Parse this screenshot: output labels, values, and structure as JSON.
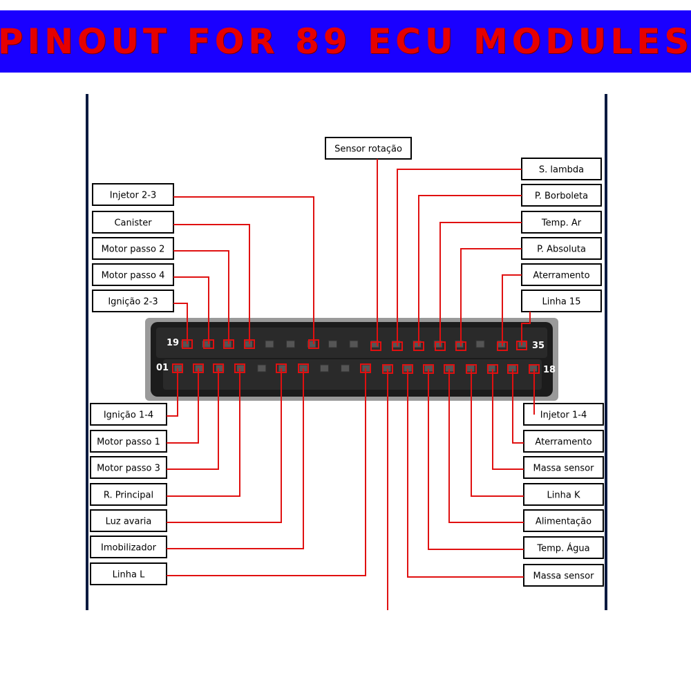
{
  "title": "PINOUT FOR 89 ECU MODULES",
  "colors": {
    "banner_bg": "#1a00ff",
    "title_text": "#e60000",
    "wire": "#e01010",
    "box_border": "#000000",
    "connector_body": "#1c1c1c",
    "side_rule": "#0a1a40"
  },
  "pin_numbers": {
    "top_first": "19",
    "top_last": "35",
    "bottom_first": "01",
    "bottom_last": "18"
  },
  "labels": {
    "top": [
      "Sensor rotação"
    ],
    "upper_left": [
      "Injetor 2-3",
      "Canister",
      "Motor passo 2",
      "Motor passo 4",
      "Ignição 2-3"
    ],
    "upper_right": [
      "S. lambda",
      "P. Borboleta",
      "Temp. Ar",
      "P. Absoluta",
      "Aterramento",
      "Linha 15"
    ],
    "lower_left": [
      "Ignição 1-4",
      "Motor passo 1",
      "Motor passo 3",
      "R. Principal",
      "Luz avaria",
      "Imobilizador",
      "Linha L"
    ],
    "lower_right": [
      "Injetor 1-4",
      "Aterramento",
      "Massa sensor",
      "Linha K",
      "Alimentação",
      "Temp. Água",
      "Massa sensor"
    ]
  }
}
